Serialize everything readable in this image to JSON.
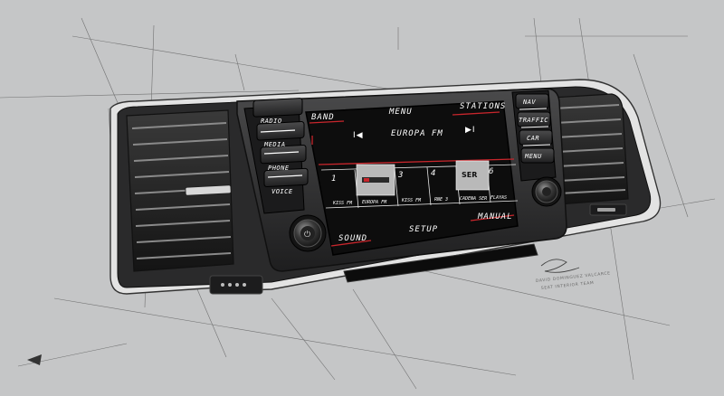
{
  "left_panel": {
    "buttons": [
      {
        "label": "RADIO"
      },
      {
        "label": "MEDIA"
      },
      {
        "label": "PHONE"
      },
      {
        "label": "VOICE"
      }
    ]
  },
  "right_panel": {
    "buttons": [
      {
        "label": "NAV"
      },
      {
        "label": "TRAFFIC"
      },
      {
        "label": "CAR"
      },
      {
        "label": "MENU"
      }
    ]
  },
  "screen": {
    "top_left": "BAND",
    "top_center": "MENU",
    "top_right": "STATIONS",
    "station_name": "EUROPA FM",
    "prev_glyph": "I◀",
    "next_glyph": "▶I",
    "preset_numbers": [
      "1",
      "3",
      "4",
      "6"
    ],
    "preset_logo_right": "SER",
    "preset_labels": [
      "KISS FM",
      "EUROPA FM",
      "KISS FM",
      "RNE 3",
      "CADENA SER",
      "FLAYAS"
    ],
    "bottom_left": "SOUND",
    "bottom_center": "SETUP",
    "bottom_right": "MANUAL"
  },
  "signature": {
    "line1": "DAVID DOMINGUEZ VALCARCE",
    "line2": "SEAT INTERIOR TEAM"
  },
  "colors": {
    "background": "#c5c6c7",
    "accent_red": "#c8262c",
    "panel_dark": "#2b2b2c",
    "screen_black": "#0d0d0d"
  }
}
